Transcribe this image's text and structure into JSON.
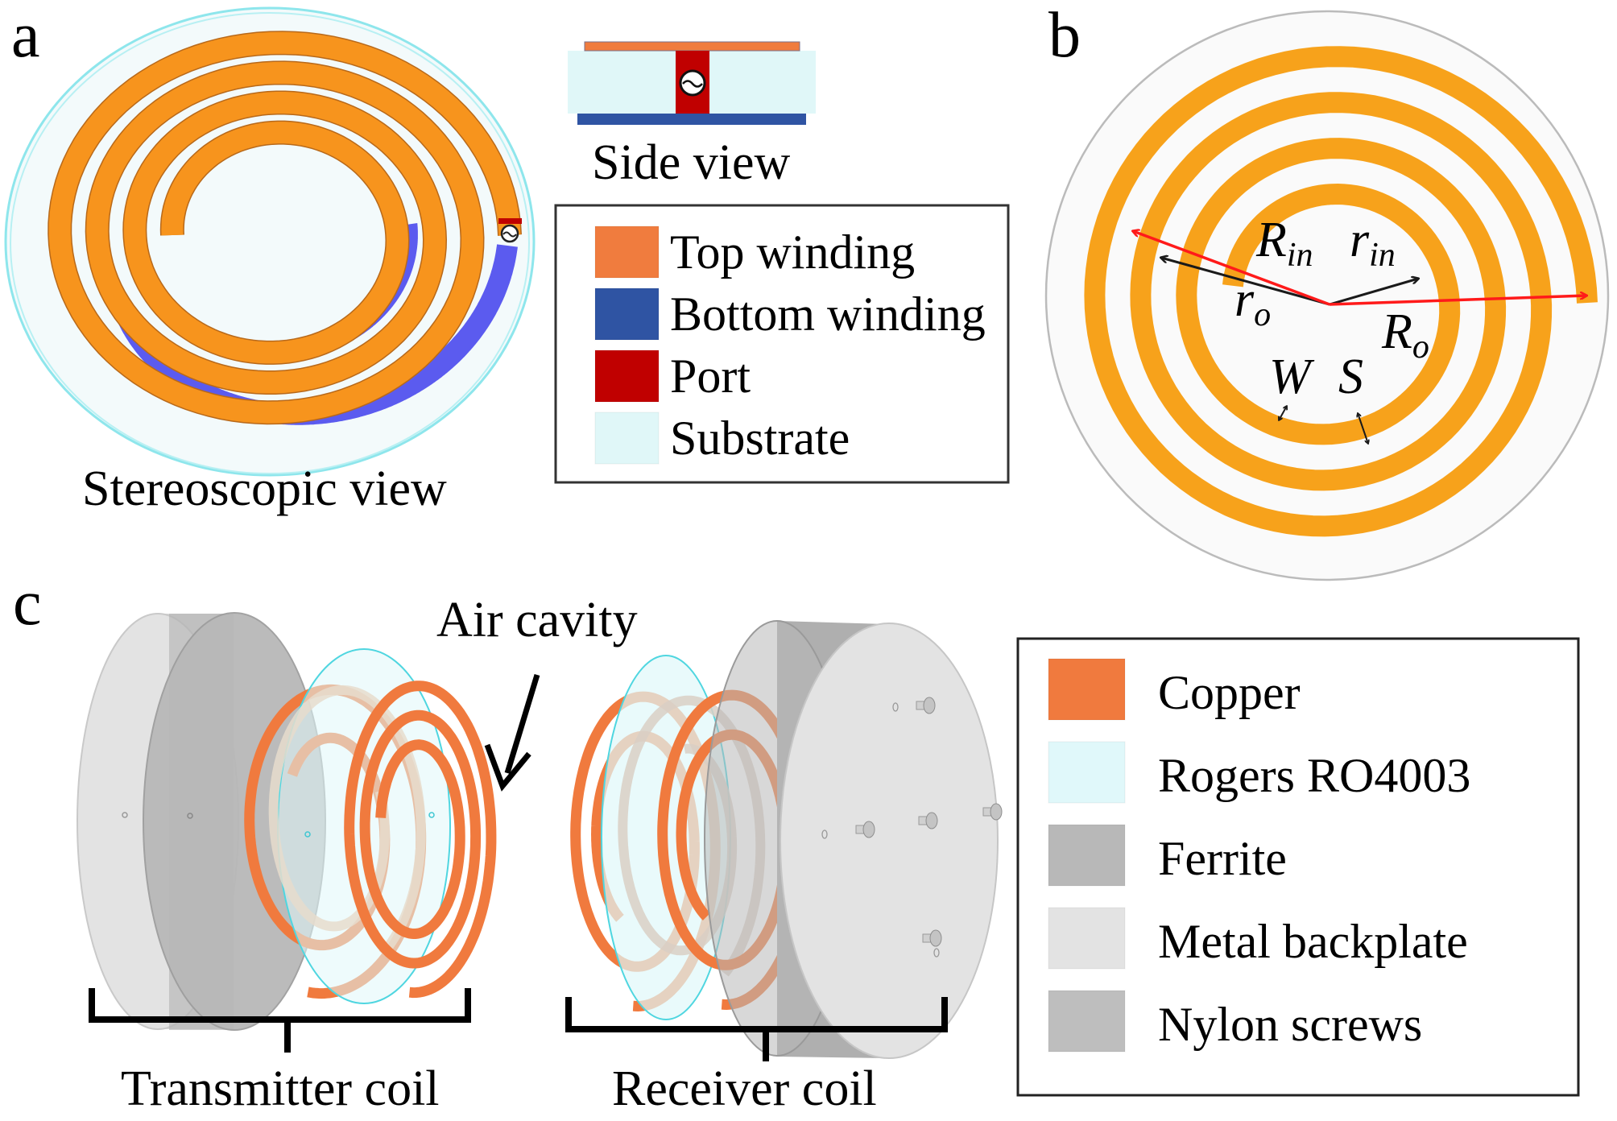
{
  "panels": {
    "a": {
      "letter": "a",
      "stereo_caption": "Stereoscopic view",
      "side_caption": "Side view",
      "legend": [
        {
          "label": "Top winding",
          "color": "#F07C3E"
        },
        {
          "label": "Bottom winding",
          "color": "#2F54A3"
        },
        {
          "label": "Port",
          "color": "#C00000"
        },
        {
          "label": "Substrate",
          "color": "#E0F7F8"
        }
      ],
      "colors": {
        "top_trace": "#F7941D",
        "bottom_trace": "#5B5BEF",
        "substrate": "#F3FAFB",
        "substrate_edge": "#8EE6EC",
        "port": "#C00000"
      }
    },
    "b": {
      "letter": "b",
      "labels": {
        "R_in": {
          "main": "R",
          "sub": "in"
        },
        "r_in": {
          "main": "r",
          "sub": "in"
        },
        "r_o": {
          "main": "r",
          "sub": "o"
        },
        "R_o": {
          "main": "R",
          "sub": "o"
        },
        "W": "W",
        "S": "S"
      },
      "colors": {
        "trace": "#F7A21B",
        "arrow_outer": "#FF1A1A",
        "arrow_inner": "#1A1A1A",
        "board": "#FAFAFA",
        "board_edge": "#BBBBBB"
      }
    },
    "c": {
      "letter": "c",
      "air_cavity_label": "Air cavity",
      "transmitter_label": "Transmitter coil",
      "receiver_label": "Receiver coil",
      "legend": [
        {
          "label": "Copper",
          "color": "#F07A3E"
        },
        {
          "label": "Rogers RO4003",
          "color": "#E0F8FA"
        },
        {
          "label": "Ferrite",
          "color": "#B8B8B8"
        },
        {
          "label": "Metal backplate",
          "color": "#E3E3E3"
        },
        {
          "label": "Nylon screws",
          "color": "#BEBEBE"
        }
      ]
    }
  }
}
